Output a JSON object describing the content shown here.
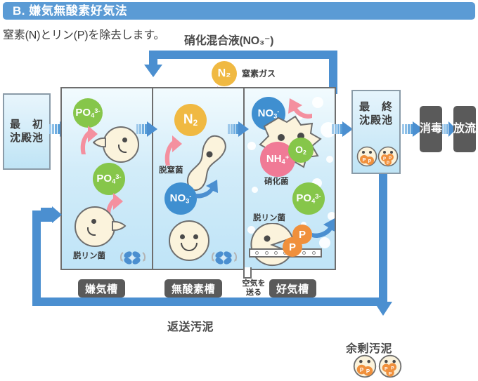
{
  "header": {
    "title": "B. 嫌気無酸素好気法"
  },
  "subtitle": "窒素(N)とリン(P)を除去します。",
  "recirculation": {
    "label": "硝化混合液(NO₃⁻)",
    "arrow_icon": "down-arrow-icon"
  },
  "nitrogen_gas": {
    "molecule": "N₂",
    "label": "窒素ガス"
  },
  "primary_tank": {
    "label": "最　初\n沈殿池"
  },
  "tanks": [
    {
      "name": "嫌気槽",
      "chip_label": "嫌気槽",
      "molecules": [
        "PO₄³⁻",
        "PO₄³⁻"
      ],
      "organism_label": "脱リン菌",
      "mixer_icon": "fan-mixer-icon"
    },
    {
      "name": "無酸素槽",
      "chip_label": "無酸素槽",
      "molecules": [
        "N₂",
        "NO₃⁻"
      ],
      "organism_label": "脱窒菌",
      "mixer_icon": "fan-mixer-icon"
    },
    {
      "name": "好気槽",
      "chip_label": "好気槽",
      "molecules": [
        "NO₃⁻",
        "NH₄⁺",
        "O₂",
        "PO₄³⁻",
        "P",
        "P"
      ],
      "organism_labels": [
        "硝化菌",
        "脱リン菌"
      ],
      "diffuser_note": "空気を\n送る",
      "diffuser_icon": "air-diffuser-icon"
    }
  ],
  "final_tank": {
    "label": "最　終\n沈殿池",
    "sludge_particle": "P"
  },
  "outputs": [
    {
      "label": "消毒"
    },
    {
      "label": "放流"
    }
  ],
  "return_sludge": {
    "label": "返送汚泥"
  },
  "excess_sludge": {
    "label": "余剰汚泥",
    "particle": "P"
  },
  "colors": {
    "brand_blue": "#5b9bd5",
    "flow_blue": "#4b8fd0",
    "phosphate_green": "#86c64a",
    "nitrate_blue": "#3f8fd0",
    "nitrogen_yellow": "#f0b942",
    "ammonium_pink": "#f07a96",
    "phosphorus_orange": "#f0903c",
    "chip_gray": "#5a5a5a",
    "bacteria_cream": "#fbf3dc"
  }
}
